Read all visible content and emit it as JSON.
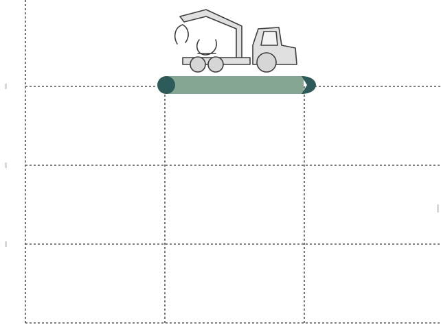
{
  "diagram": {
    "grid": {
      "columns": 3,
      "rows": 3,
      "line_style": "dashed",
      "line_color": "#555555"
    },
    "track_bar": {
      "fill_color": "#85a693",
      "cap_color": "#2f5a5a",
      "start_cap": "round",
      "end_cap": "arrow"
    },
    "machine": {
      "icon": "forestry-forwarder-with-crane-icon",
      "body_color": "#e0e0e0",
      "outline_color": "#3d3d3d"
    }
  }
}
